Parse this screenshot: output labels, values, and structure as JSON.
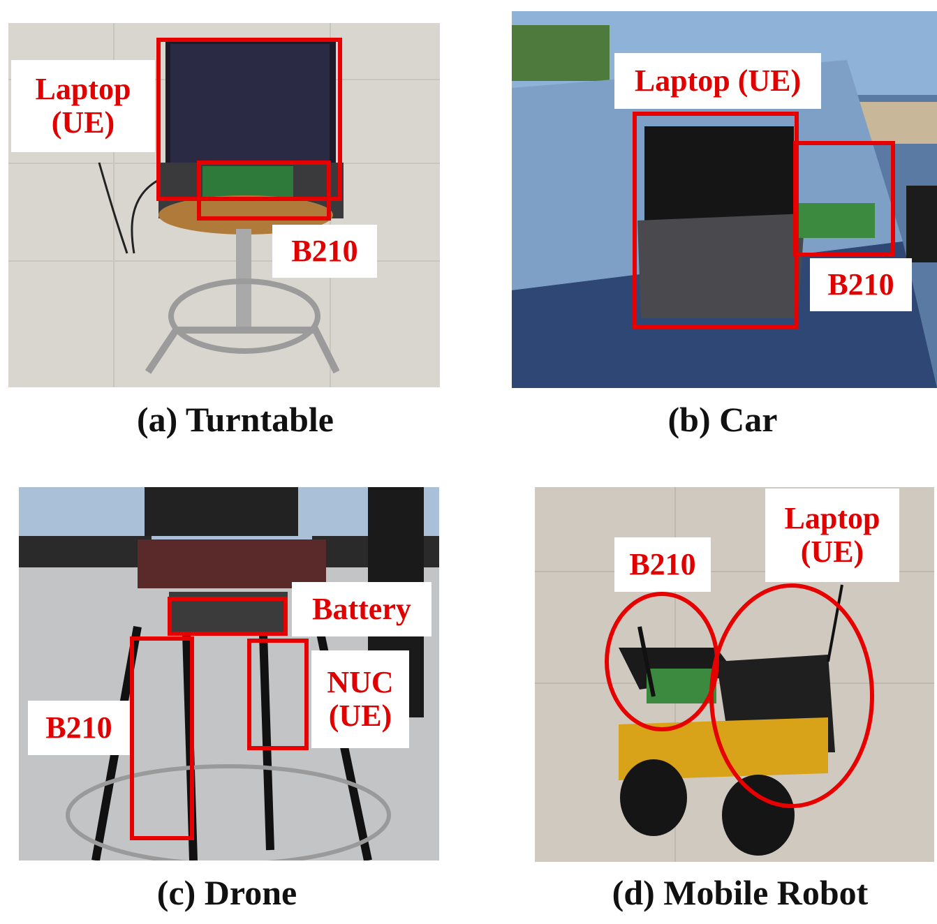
{
  "panels": {
    "a": {
      "caption": "(a) Turntable",
      "labels": {
        "laptop": "Laptop\n(UE)",
        "b210": "B210"
      }
    },
    "b": {
      "caption": "(b) Car",
      "labels": {
        "laptop": "Laptop (UE)",
        "b210": "B210"
      }
    },
    "c": {
      "caption": "(c) Drone",
      "labels": {
        "battery": "Battery",
        "nuc": "NUC\n(UE)",
        "b210": "B210"
      }
    },
    "d": {
      "caption": "(d) Mobile Robot",
      "labels": {
        "b210": "B210",
        "laptop": "Laptop\n(UE)"
      }
    }
  },
  "colors": {
    "annotation_red": "#e60000",
    "label_text": "#e00000"
  }
}
